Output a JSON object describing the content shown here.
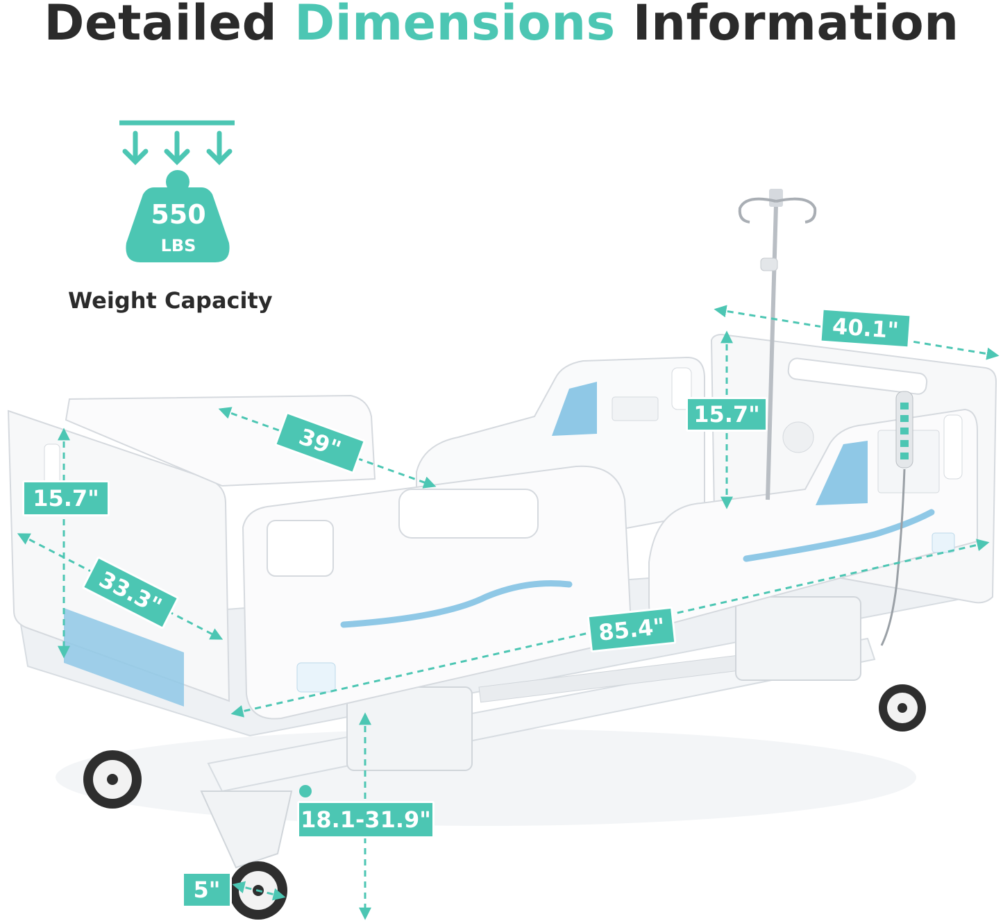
{
  "header": {
    "title_part1": "Detailed",
    "title_accent": "Dimensions",
    "title_part2": "Information"
  },
  "weight": {
    "value": "550",
    "unit": "LBS",
    "label": "Weight Capacity"
  },
  "dimensions": {
    "headboard_width": "40.1\"",
    "headboard_height": "15.7\"",
    "footboard_height": "15.7\"",
    "side_rail_length": "39\"",
    "footboard_width": "33.3\"",
    "bed_length": "85.4\"",
    "height_range": "18.1-31.9\"",
    "caster": "5\""
  },
  "colors": {
    "accent": "#4cc6b3",
    "text": "#2b2b2b",
    "bed_blue": "#8fc8e6"
  },
  "icons": [
    "down-arrow-icon",
    "weight-icon",
    "iv-pole-icon",
    "remote-control-icon",
    "caster-wheel-icon"
  ]
}
